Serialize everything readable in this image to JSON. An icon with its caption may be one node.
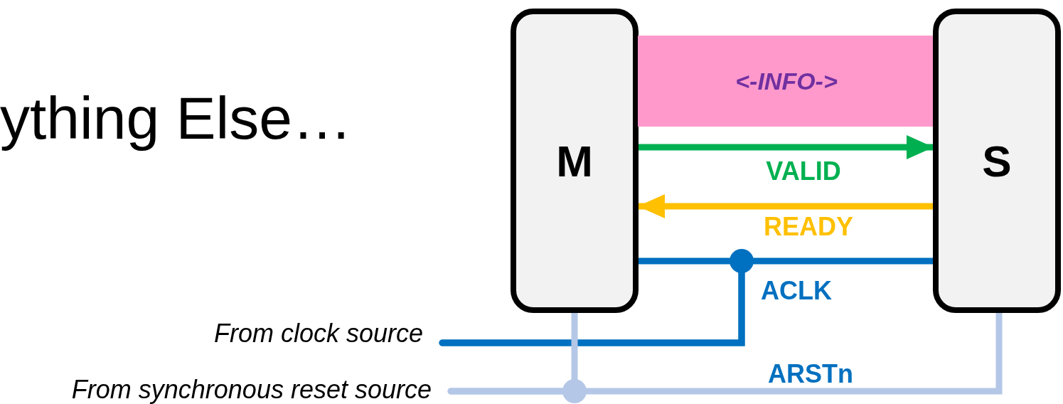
{
  "diagram": {
    "title": "ything Else…",
    "nodes": [
      {
        "text": [
          "M"
        ]
      },
      {
        "text": [
          "<-INFO->"
        ]
      },
      {
        "text": [
          "S"
        ]
      },
      {
        "text": [
          "From clock source"
        ]
      },
      {
        "text": [
          "From synchronous reset source"
        ]
      }
    ],
    "edges": [
      {
        "from": 0,
        "to": 2,
        "arrow": "to",
        "label": "VALID",
        "color": "#00b050"
      },
      {
        "from": 2,
        "to": 0,
        "arrow": "to",
        "label": "READY",
        "color": "#ffc000"
      },
      {
        "from": 3,
        "to": 0,
        "arrow": "none",
        "color": "#0070c0"
      },
      {
        "from": 3,
        "to": 2,
        "arrow": "none",
        "label": "ACLK",
        "color": "#0070c0"
      },
      {
        "from": 4,
        "to": 0,
        "arrow": "none",
        "color": "#b4c7e7"
      },
      {
        "from": 4,
        "to": 2,
        "arrow": "none",
        "label": "ARSTn",
        "color": "#b4c7e7"
      }
    ]
  }
}
